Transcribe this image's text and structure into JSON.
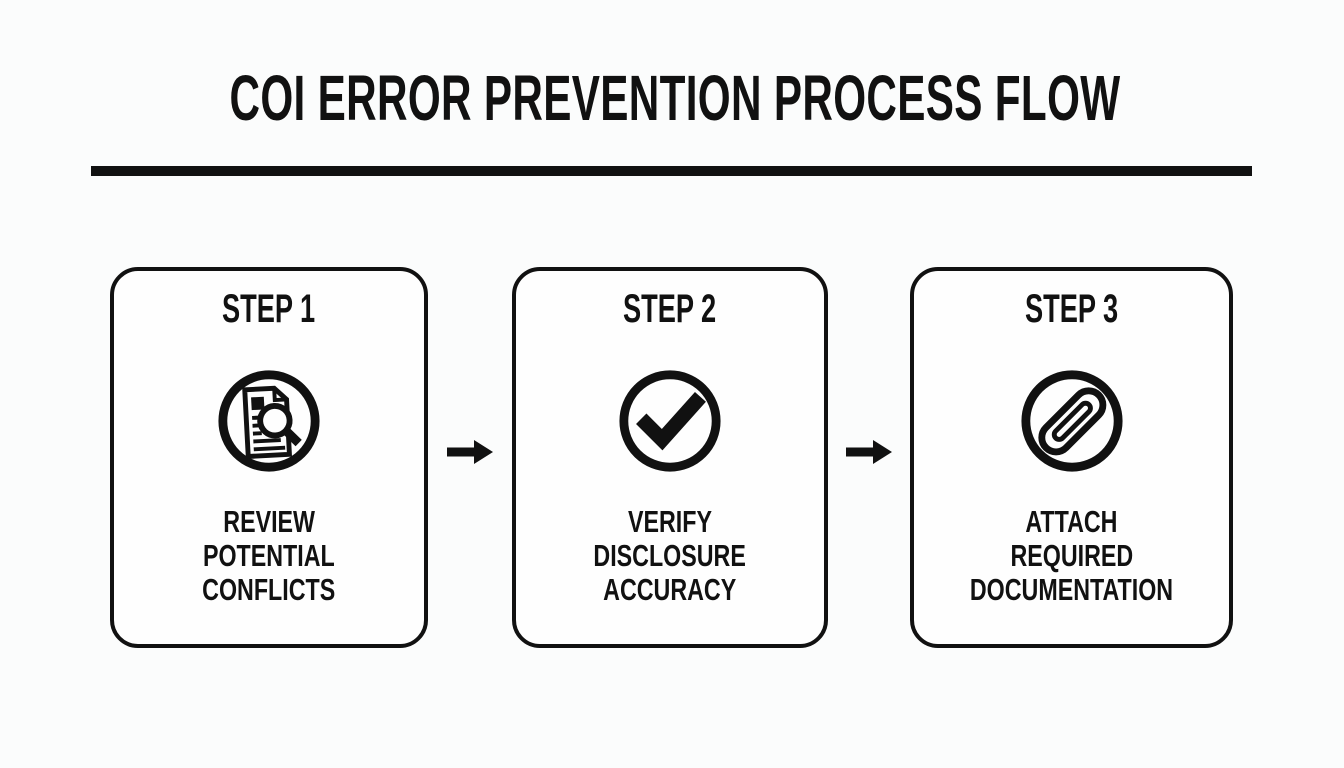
{
  "title": "COI ERROR PREVENTION PROCESS FLOW",
  "steps": [
    {
      "heading": "STEP 1",
      "icon": "document-search-icon",
      "label": "REVIEW POTENTIAL CONFLICTS",
      "label_lines": [
        "REVIEW",
        "POTENTIAL",
        "CONFLICTS"
      ]
    },
    {
      "heading": "STEP 2",
      "icon": "checkmark-circle-icon",
      "label": "VERIFY DISCLOSURE ACCURACY",
      "label_lines": [
        "VERIFY",
        "DISCLOSURE",
        "ACCURACY"
      ]
    },
    {
      "heading": "STEP 3",
      "icon": "paperclip-circle-icon",
      "label": "ATTACH REQUIRED DOCUMENTATION",
      "label_lines": [
        "ATTACH",
        "REQUIRED",
        "DOCUMENTATION"
      ]
    }
  ],
  "connectors": [
    "right-arrow",
    "right-arrow"
  ],
  "colors": {
    "ink": "#111111",
    "background": "#fbfcfc",
    "box_background": "#fefefe"
  }
}
